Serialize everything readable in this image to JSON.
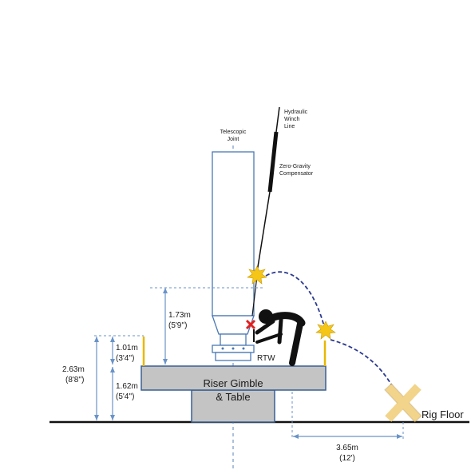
{
  "labels": {
    "hydraulic": [
      "Hydraulic",
      "Winch",
      "Line"
    ],
    "telescopic": [
      "Telescopic",
      "Joint"
    ],
    "zero_gravity": [
      "Zero-Gravity",
      "Compensator"
    ],
    "rtw": "RTW",
    "table": [
      "Riser Gimble",
      "& Table"
    ],
    "rig_floor": "Rig Floor"
  },
  "dimensions": {
    "d173": [
      "1.73m",
      "(5'9'')"
    ],
    "d101": [
      "1.01m",
      "(3'4'')"
    ],
    "d263": [
      "2.63m",
      "(8'8'')"
    ],
    "d162": [
      "1.62m",
      "(5'4'')"
    ],
    "d365": [
      "3.65m",
      "(12')"
    ]
  },
  "colors": {
    "column_stroke": "#4a78b4",
    "table_fill": "#c4c4c4",
    "table_stroke": "#3a5f93",
    "dashed_trajectory": "#2b3990",
    "impact_star": "#f5c518",
    "x_mark": "#f2d48a",
    "yellow_post": "#e8b800",
    "dimension_line": "#6a93c8",
    "hazard_red": "#e02020"
  }
}
